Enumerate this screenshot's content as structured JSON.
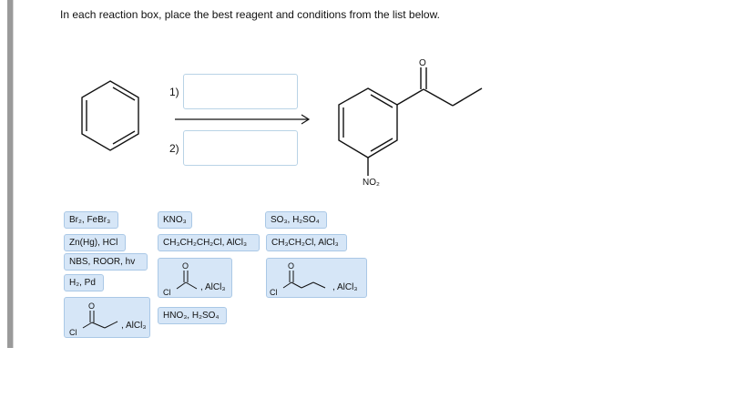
{
  "instruction": "In each reaction box, place the best reagent and conditions from the list below.",
  "steps": {
    "step1_label": "1)",
    "step2_label": "2)",
    "step1_value": "",
    "step2_value": ""
  },
  "product_label": "NO₂",
  "reagents": {
    "br2_febr3": "Br₂, FeBr₃",
    "kno3": "KNO₃",
    "so3_h2so4": "SO₃, H₂SO₄",
    "zn_hg_hcl": "Zn(Hg), HCl",
    "propyl_chloride_alcl3": "CH₃CH₂CH₂Cl, AlCl₃",
    "ethyl_chloride_alcl3": "CH₃CH₂Cl, AlCl₃",
    "nbs_roor_hv": "NBS, ROOR, hv",
    "h2_pd": "H₂, Pd",
    "acetyl_chloride_alcl3": ", AlCl₃",
    "butanoyl_chloride_alcl3": ", AlCl₃",
    "propanoyl_chloride_alcl3": ", AlCl₃",
    "hno3_h2so4": "HNO₃, H₂SO₄",
    "cl_atom": "Cl",
    "o_atom": "O"
  },
  "colors": {
    "tile_bg": "#d6e6f7",
    "tile_border": "#aac8e6",
    "dropbox_border": "#b9d3e6"
  }
}
